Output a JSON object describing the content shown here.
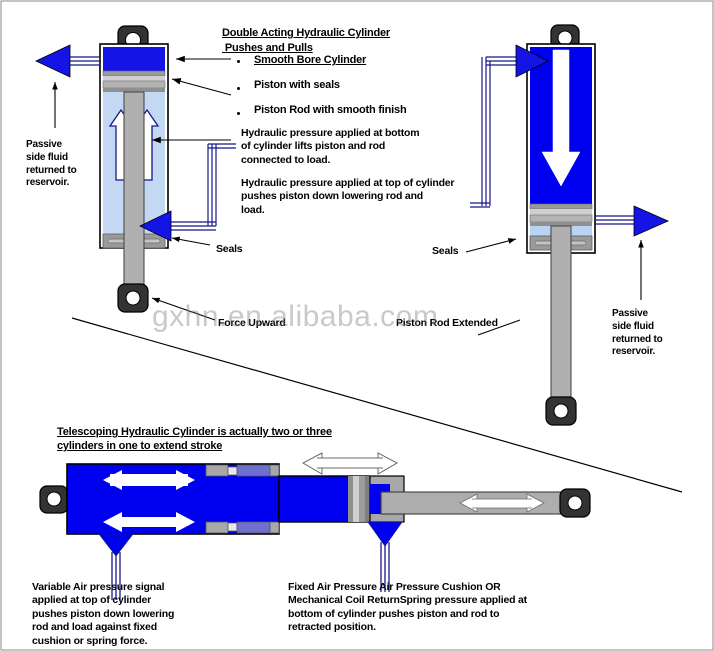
{
  "diagram": {
    "title_block": {
      "line1": "Double Acting Hydraulic Cylinder",
      "line2": " Pushes and Pulls"
    },
    "bullets": [
      "Smooth Bore Cylinder",
      "Piston with seals",
      "Piston Rod with smooth finish"
    ],
    "paragraphs": [
      "Hydraulic pressure applied at bottom\nof cylinder lifts piston and rod\nconnected to load.",
      "Hydraulic pressure applied at top of cylinder\npushes piston down lowering rod and\nload."
    ],
    "labels": {
      "passive_left": "Passive\nside fluid\nreturned to\nreservoir.",
      "passive_right": "Passive\nside fluid\nreturned to\nreservoir.",
      "seals_left": "Seals",
      "seals_right": "Seals",
      "force_upward": "Force Upward",
      "piston_rod_extended": "Piston Rod Extended"
    },
    "telescoping": {
      "heading": "Telescoping Hydraulic Cylinder is actually two or three\ncylinders in one to extend stroke",
      "note_left": "Variable Air pressure signal\napplied at top of cylinder\npushes piston down lowering\nrod and load against fixed\ncushion or spring force.",
      "note_right": "Fixed Air Pressure Air Pressure Cushion OR\nMechanical Coil ReturnSpring pressure applied at\nbottom of cylinder pushes piston and rod to\nretracted position."
    },
    "watermark": "gxhn.en.alibaba.com",
    "colors": {
      "hydraulic_blue": "#1414E6",
      "bright_blue": "#0000F0",
      "fluid_light": "#BBD4F0",
      "metal_gray": "#ADADAD",
      "dark_gray": "#808080",
      "mount_black": "#333333",
      "outline": "#000000"
    }
  }
}
